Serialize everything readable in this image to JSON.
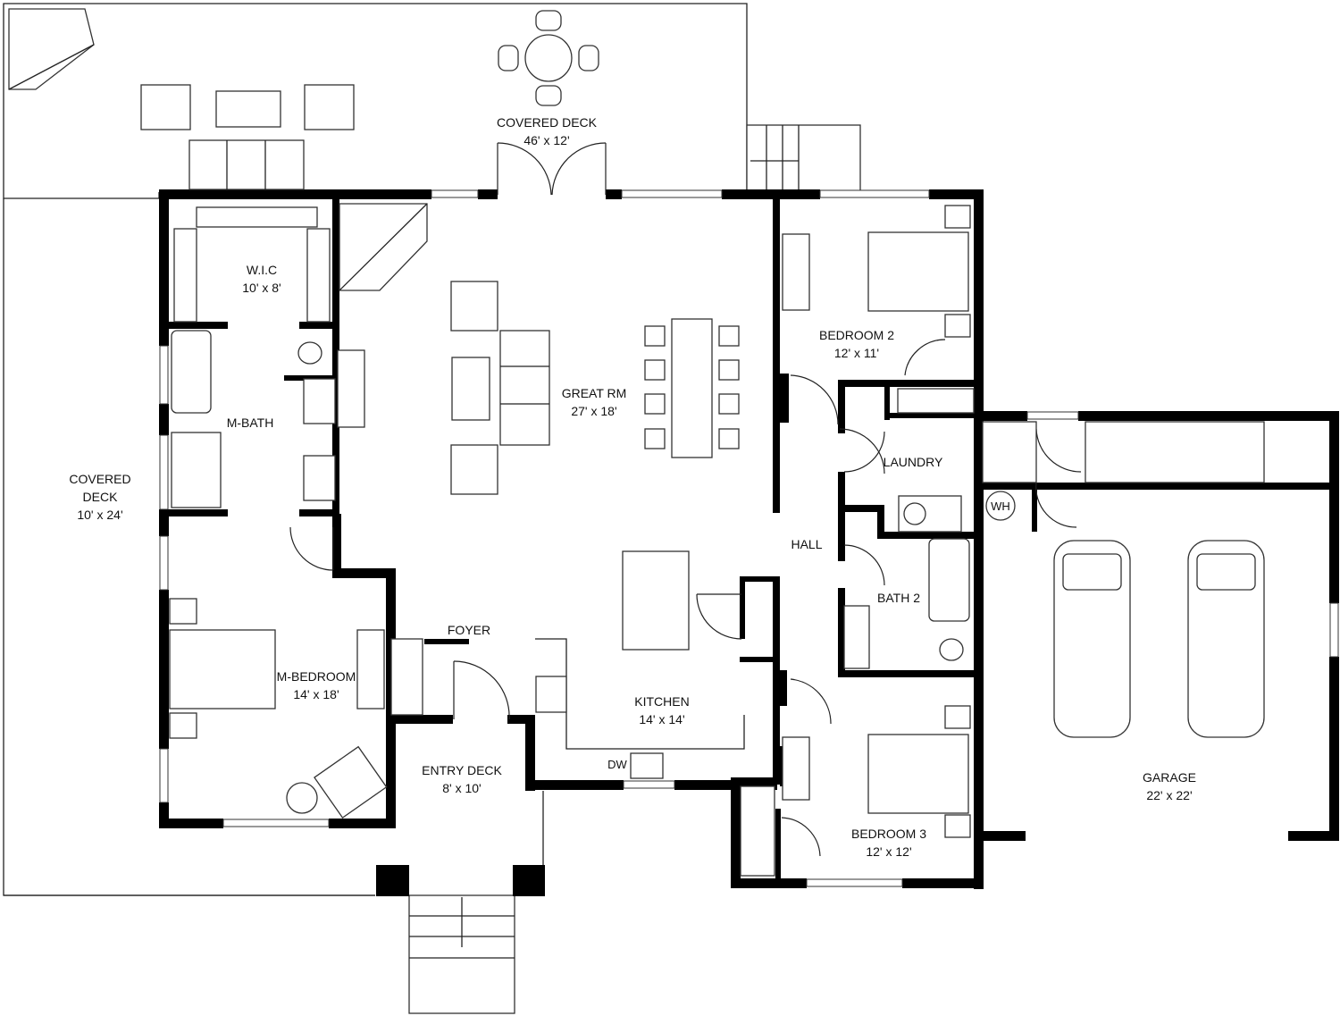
{
  "rooms": {
    "covered_deck_top": {
      "name": "COVERED DECK",
      "dims": "46' x 12'"
    },
    "covered_deck_left": {
      "name_line1": "COVERED",
      "name_line2": "DECK",
      "dims": "10' x 24'"
    },
    "wic": {
      "name": "W.I.C",
      "dims": "10' x 8'"
    },
    "mbath": {
      "name": "M-BATH"
    },
    "great_rm": {
      "name": "GREAT RM",
      "dims": "27' x 18'"
    },
    "bedroom2": {
      "name": "BEDROOM 2",
      "dims": "12' x 11'"
    },
    "laundry": {
      "name": "LAUNDRY"
    },
    "hall": {
      "name": "HALL"
    },
    "bath2": {
      "name": "BATH 2"
    },
    "foyer": {
      "name": "FOYER"
    },
    "mbedroom": {
      "name": "M-BEDROOM",
      "dims": "14' x 18'"
    },
    "kitchen": {
      "name": "KITCHEN",
      "dims": "14' x 14'"
    },
    "entry_deck": {
      "name": "ENTRY DECK",
      "dims": "8' x 10'"
    },
    "bedroom3": {
      "name": "BEDROOM 3",
      "dims": "12' x 12'"
    },
    "garage": {
      "name": "GARAGE",
      "dims": "22' x 22'"
    }
  },
  "fixtures": {
    "dishwasher": "DW",
    "water_heater": "WH"
  }
}
